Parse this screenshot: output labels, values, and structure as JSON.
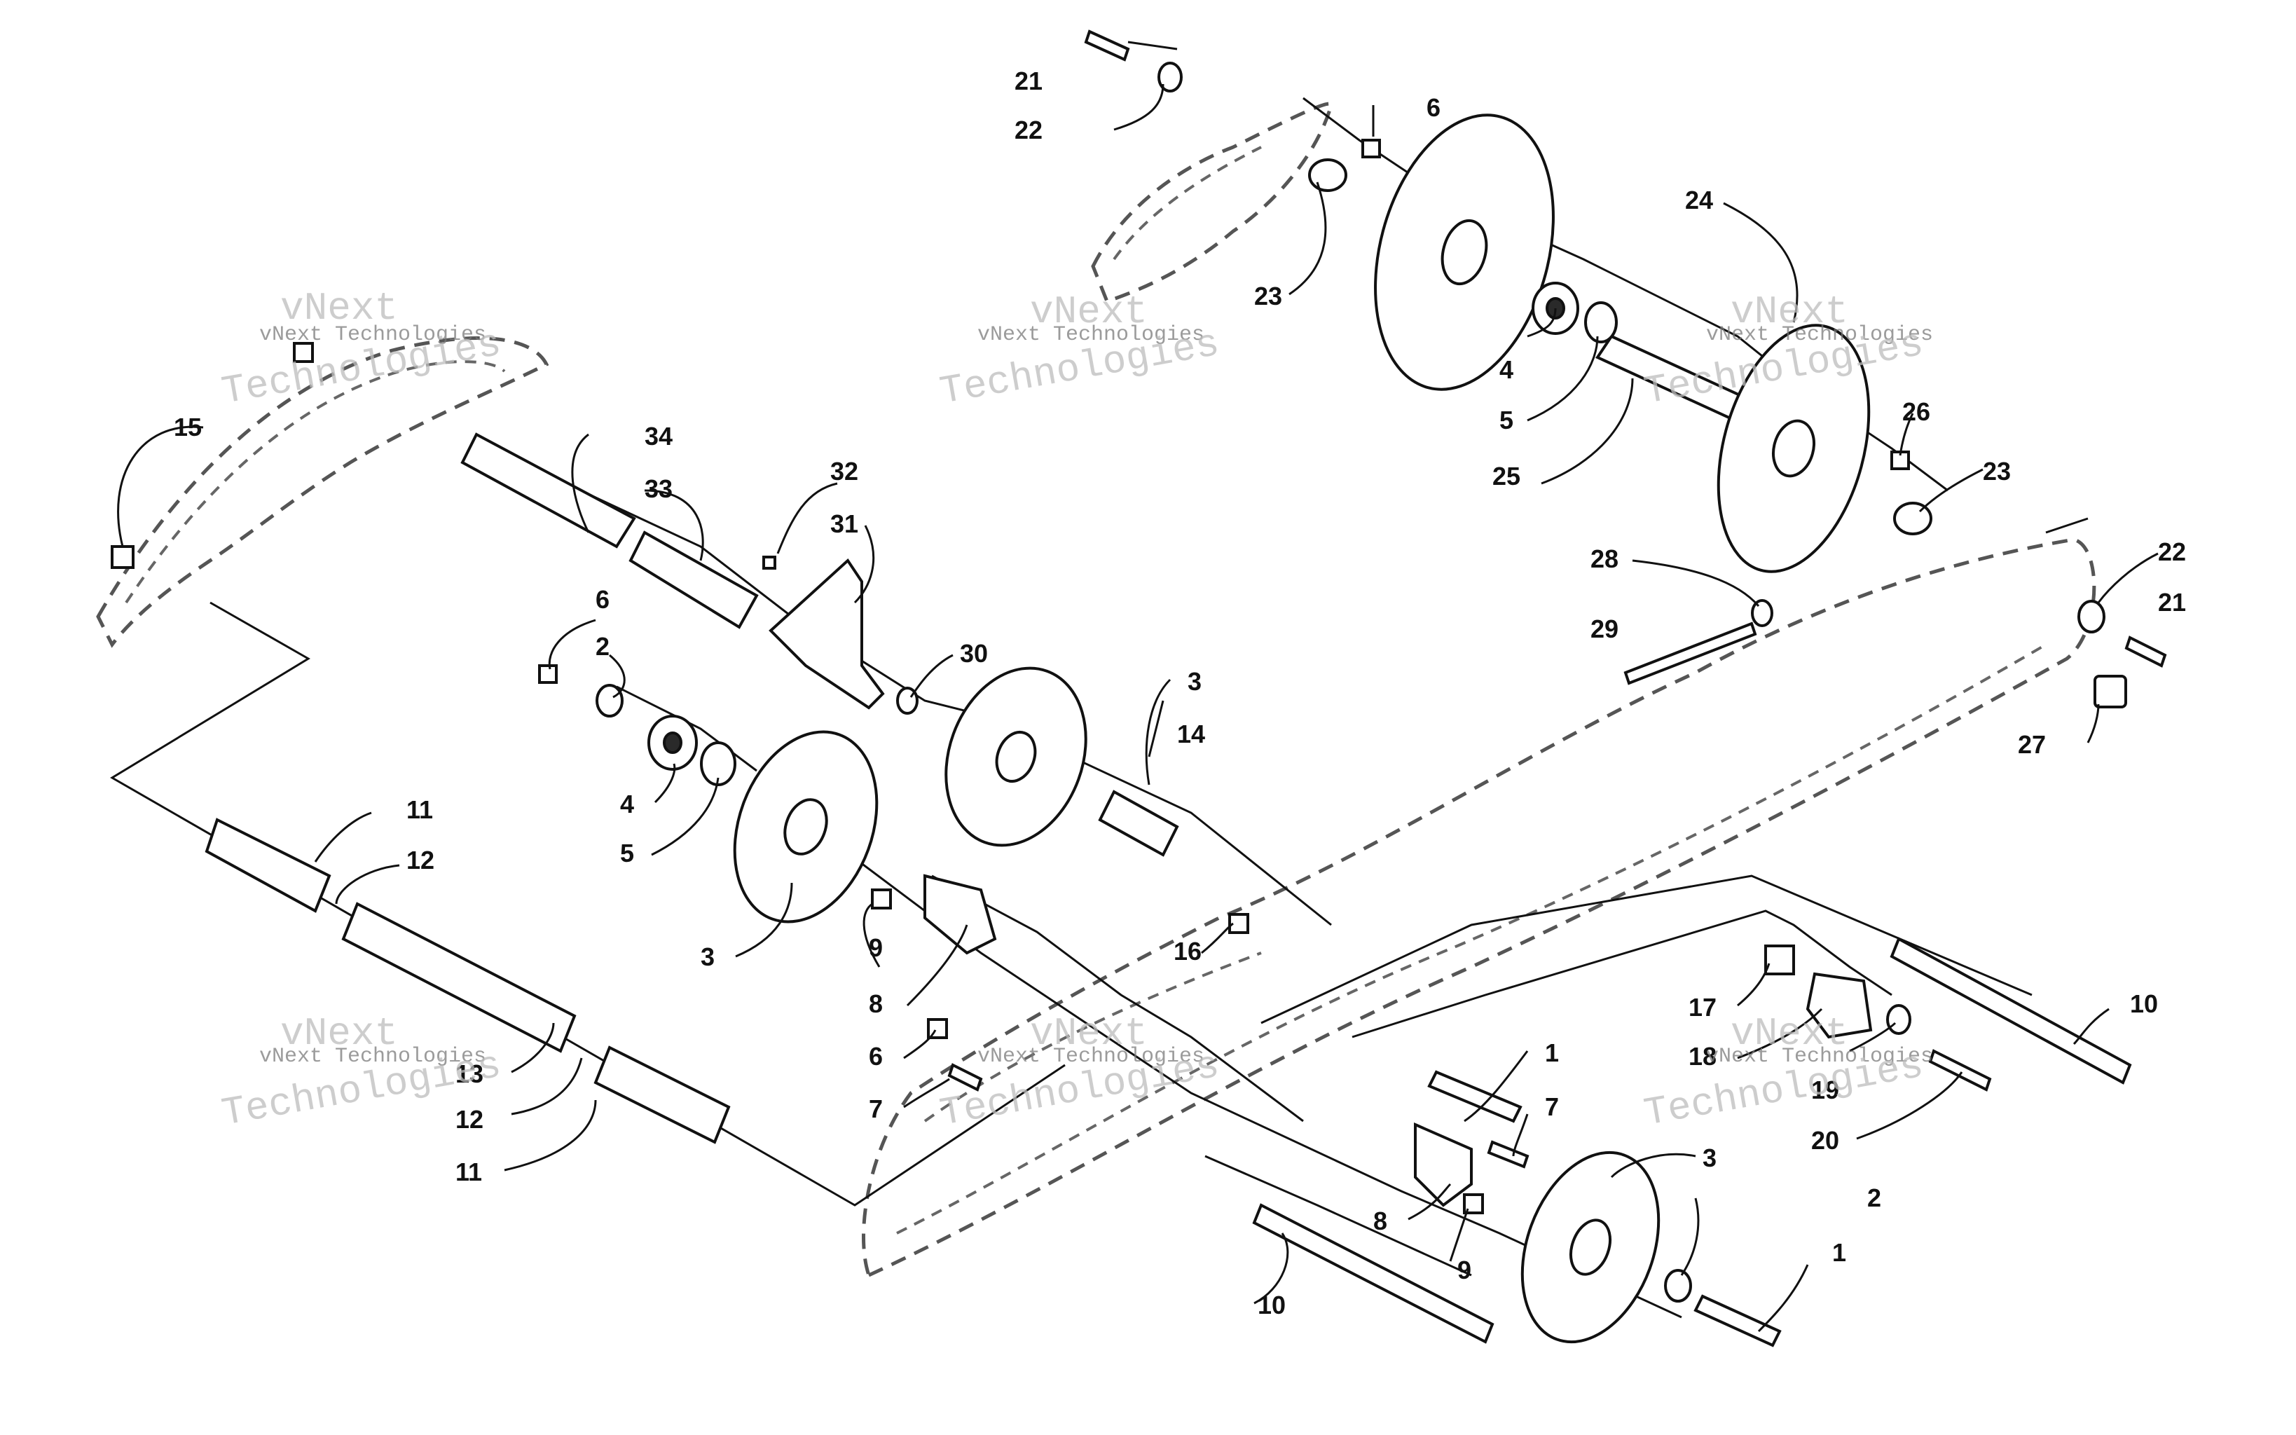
{
  "watermark": {
    "top_line": "vNext",
    "company": "vNext Technologies",
    "large_word": "Technologies"
  },
  "callouts": {
    "c1a": "1",
    "c1b": "1",
    "c2a": "2",
    "c2b": "2",
    "c3a": "3",
    "c3b": "3",
    "c3c": "3",
    "c4a": "4",
    "c4b": "4",
    "c5a": "5",
    "c5b": "5",
    "c6a": "6",
    "c6b": "6",
    "c6c": "6",
    "c7a": "7",
    "c7b": "7",
    "c8a": "8",
    "c8b": "8",
    "c9a": "9",
    "c9b": "9",
    "c10a": "10",
    "c10b": "10",
    "c11a": "11",
    "c11b": "11",
    "c12a": "12",
    "c12b": "12",
    "c13": "13",
    "c14": "14",
    "c15": "15",
    "c16": "16",
    "c17": "17",
    "c18": "18",
    "c19": "19",
    "c20": "20",
    "c21a": "21",
    "c21b": "21",
    "c22a": "22",
    "c22b": "22",
    "c23a": "23",
    "c23b": "23",
    "c24": "24",
    "c25": "25",
    "c26": "26",
    "c27": "27",
    "c28": "28",
    "c29": "29",
    "c30": "30",
    "c31": "31",
    "c32": "32",
    "c33": "33",
    "c34": "34"
  }
}
